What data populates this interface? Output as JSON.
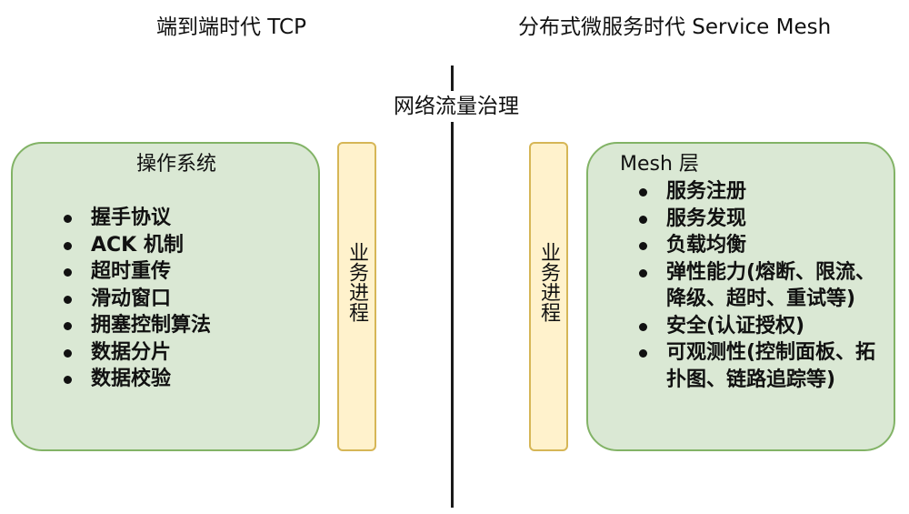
{
  "left_heading": "端到端时代 TCP",
  "right_heading": "分布式微服务时代 Service Mesh",
  "center_label": "网络流量治理",
  "os_panel": {
    "title": "操作系统",
    "items": [
      "握手协议",
      "ACK 机制",
      "超时重传",
      "滑动窗口",
      "拥塞控制算法",
      "数据分片",
      "数据校验"
    ]
  },
  "biz_left": "业务进程",
  "biz_right": "业务进程",
  "mesh_panel": {
    "title": "Mesh 层",
    "items": [
      "服务注册",
      "服务发现",
      "负载均衡",
      "弹性能力(熔断、限流、降级、超时、重试等)",
      "安全(认证授权)",
      "可观测性(控制面板、拓扑图、链路追踪等)"
    ]
  }
}
